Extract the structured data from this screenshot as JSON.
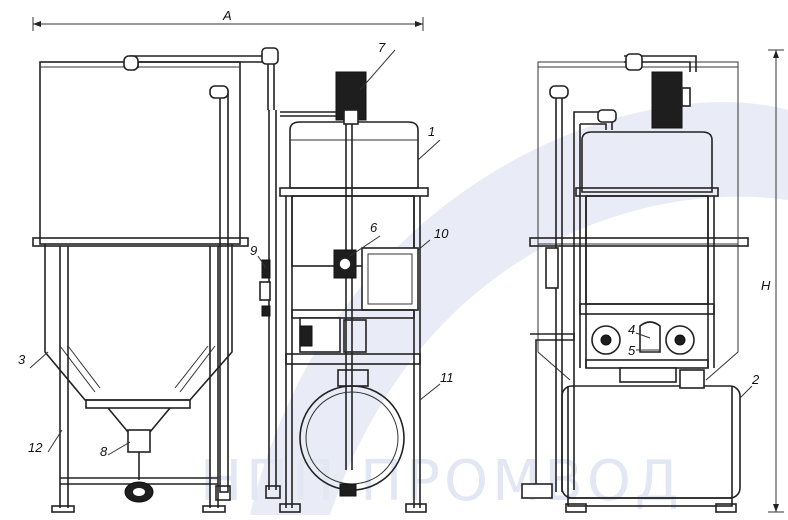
{
  "watermark": "НПП ПРОМВОД",
  "dimensions": {
    "width_label": "A",
    "height_label": "H"
  },
  "callouts": {
    "c1": "1",
    "c2": "2",
    "c3": "3",
    "c4": "4",
    "c5": "5",
    "c6": "6",
    "c7": "7",
    "c8": "8",
    "c9": "9",
    "c10": "10",
    "c11": "11",
    "c12": "12"
  },
  "colors": {
    "line": "#222222",
    "watermark_arc": "#e6e9f5",
    "background": "#ffffff"
  }
}
